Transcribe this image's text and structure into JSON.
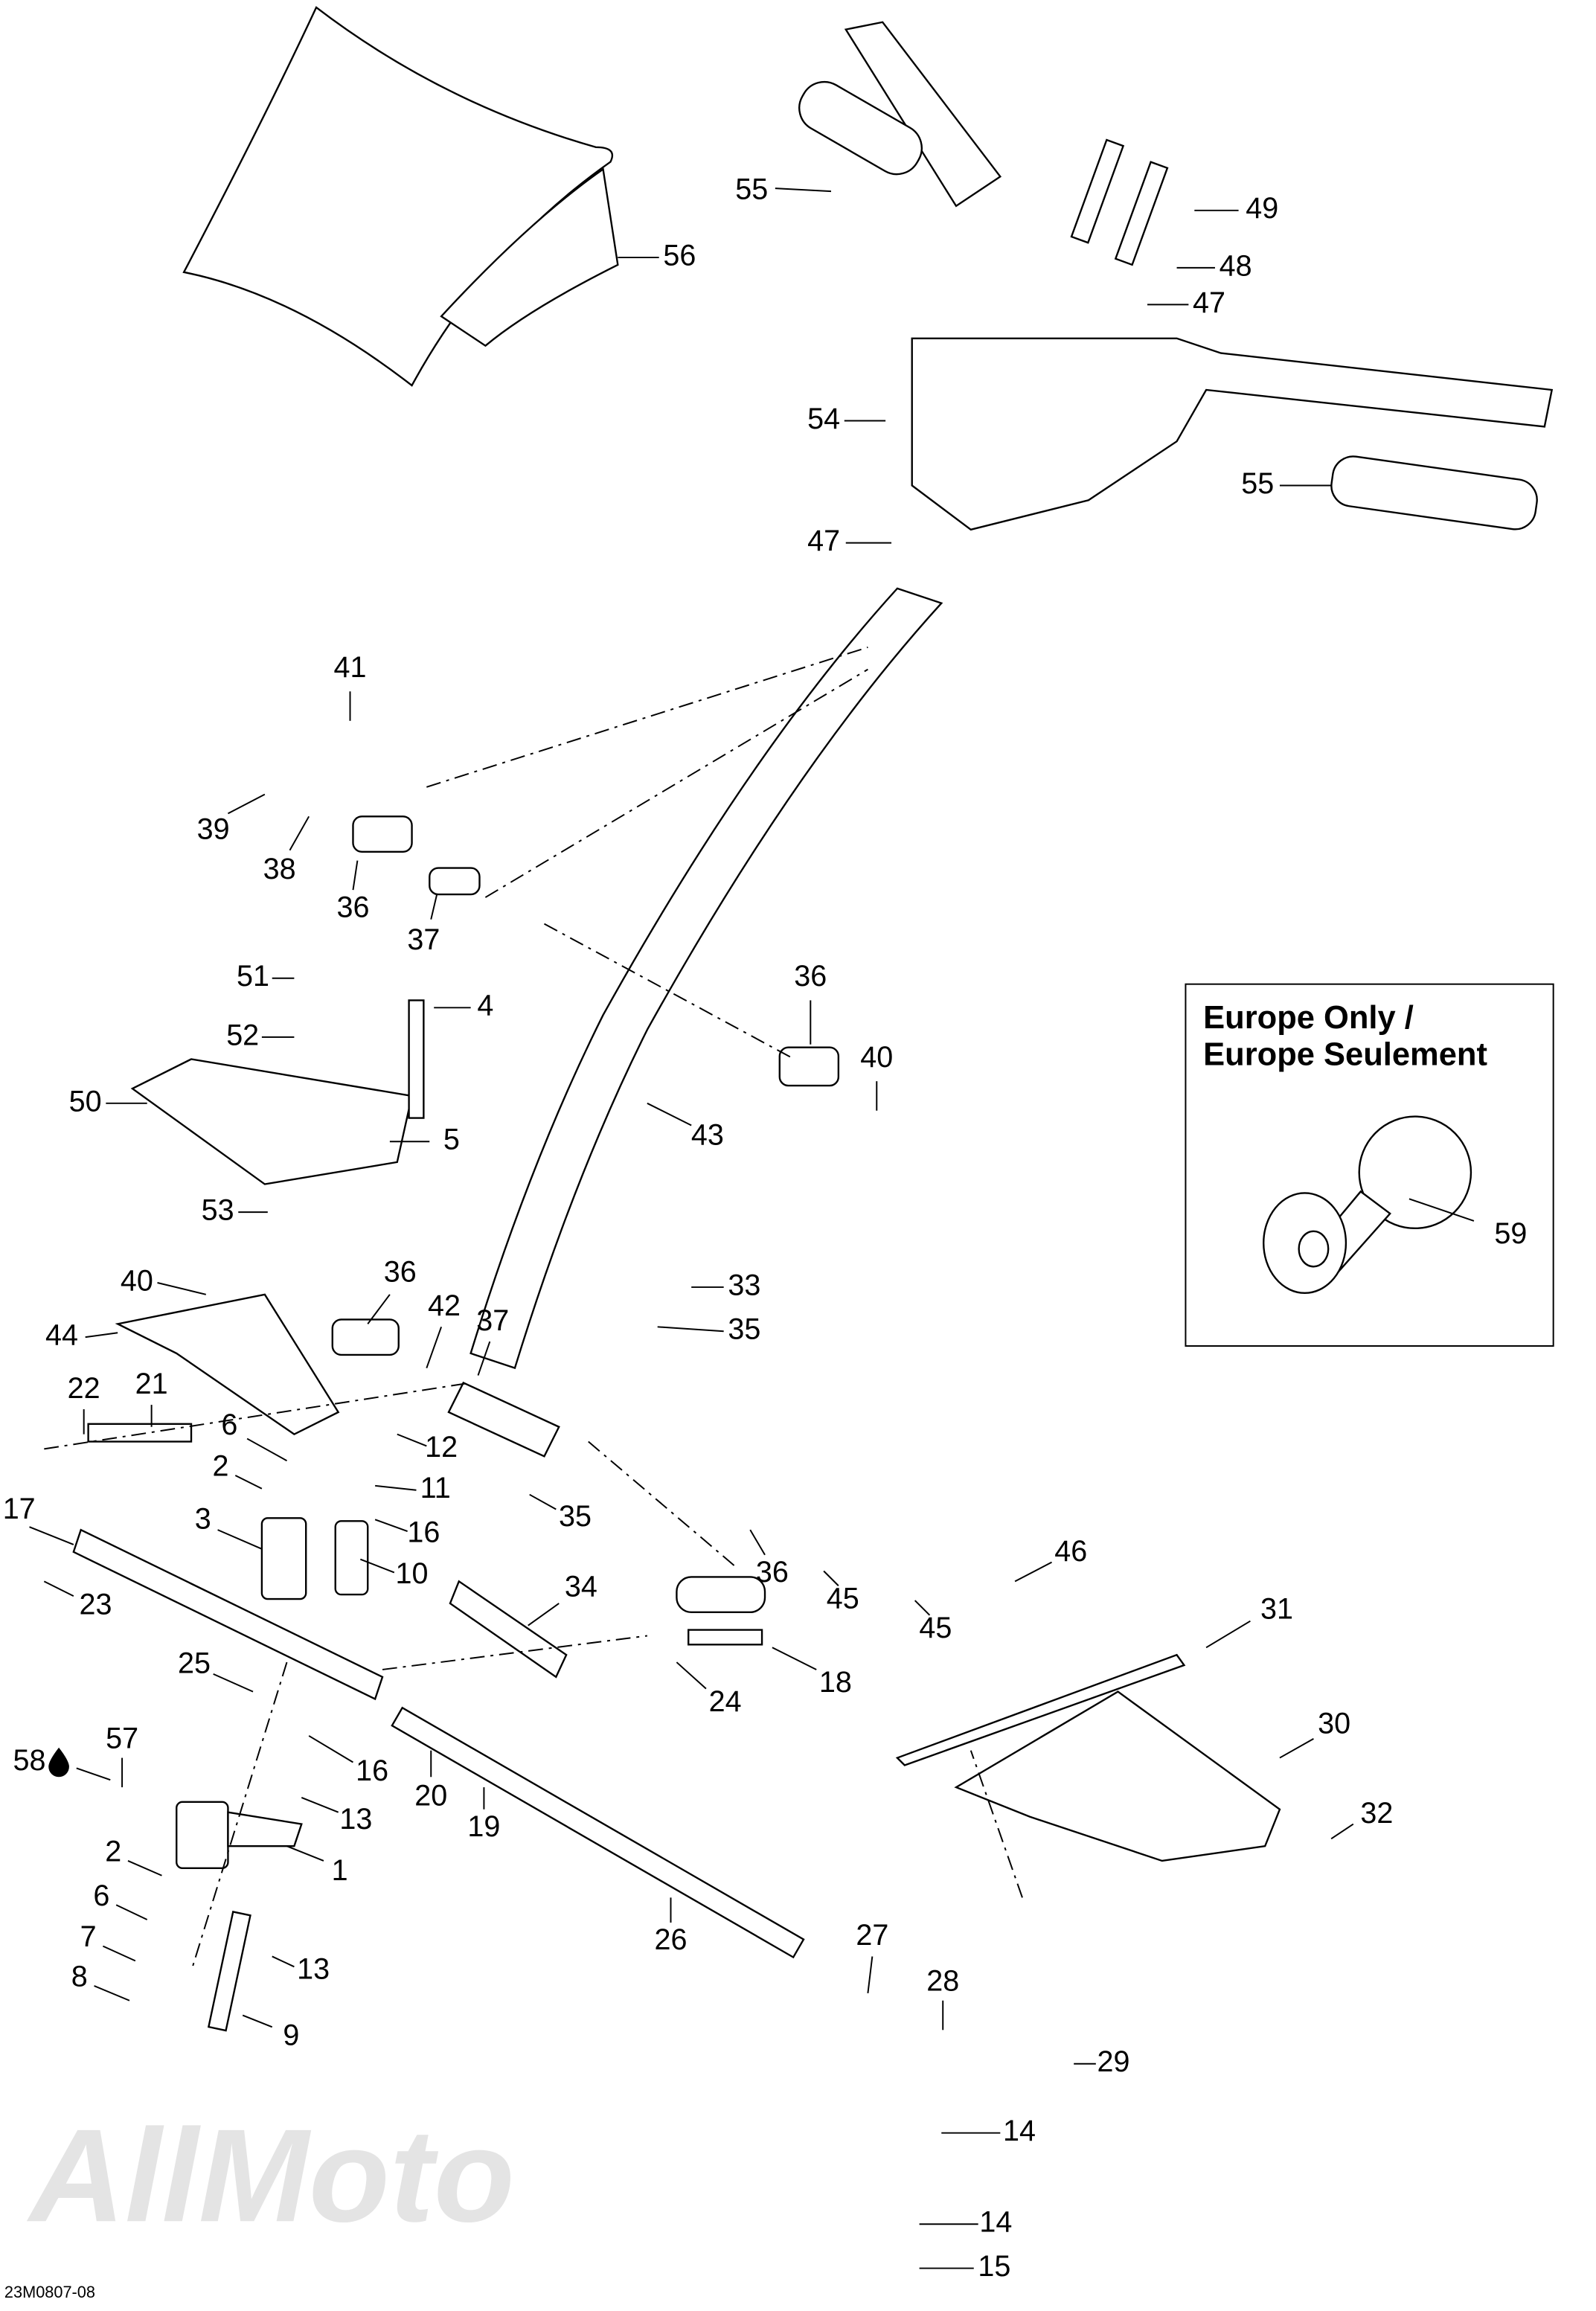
{
  "diagram_code": "23M0807-08",
  "watermark": "AllMoto",
  "inset": {
    "title_line1": "Europe Only /",
    "title_line2": "Europe Seulement",
    "part": "59"
  },
  "lubricant_icon": "oil-drop-icon",
  "callouts": [
    "56",
    "55",
    "49",
    "48",
    "47",
    "54",
    "55",
    "47",
    "41",
    "39",
    "38",
    "36",
    "37",
    "36",
    "40",
    "51",
    "52",
    "4",
    "50",
    "5",
    "43",
    "53",
    "40",
    "36",
    "33",
    "44",
    "42",
    "37",
    "35",
    "22",
    "21",
    "6",
    "12",
    "2",
    "11",
    "35",
    "16",
    "3",
    "17",
    "10",
    "36",
    "46",
    "34",
    "45",
    "45",
    "23",
    "31",
    "25",
    "24",
    "18",
    "30",
    "20",
    "16",
    "19",
    "57",
    "58",
    "13",
    "1",
    "32",
    "2",
    "6",
    "7",
    "8",
    "13",
    "9",
    "26",
    "27",
    "28",
    "29",
    "14",
    "14",
    "15"
  ]
}
